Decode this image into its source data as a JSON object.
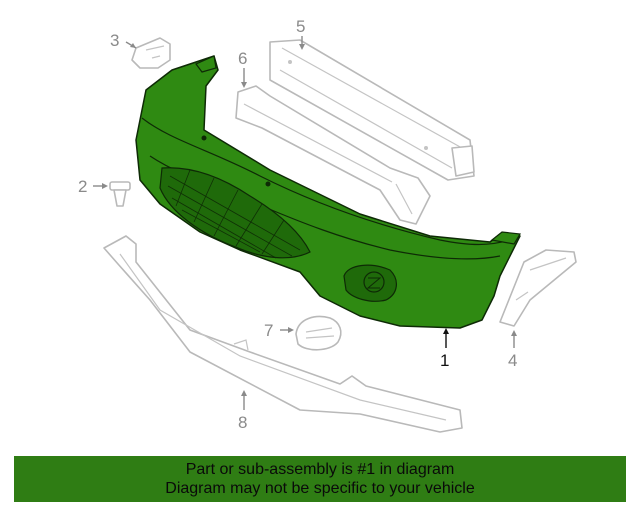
{
  "callouts": {
    "c1": "1",
    "c2": "2",
    "c3": "3",
    "c4": "4",
    "c5": "5",
    "c6": "6",
    "c7": "7",
    "c8": "8"
  },
  "banner": {
    "line1": "Part or sub-assembly is #1 in diagram",
    "line2": "Diagram may not be specific to your vehicle"
  },
  "colors": {
    "highlight_part": "#2f8a12",
    "banner_background": "#2f7d14",
    "ghost_outline": "#b9b9b9"
  }
}
